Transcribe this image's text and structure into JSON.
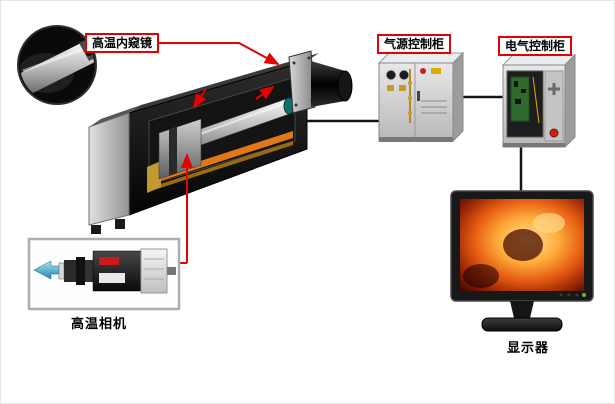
{
  "diagram": {
    "labels": {
      "endoscope": "高温内窥镜",
      "air_cabinet": "气源控制柜",
      "electric_cabinet": "电气控制柜",
      "camera": "高温相机",
      "monitor": "显示器"
    },
    "colors": {
      "label_border_red": "#e60000",
      "connector_red": "#e60000",
      "connector_black": "#161616",
      "rail_orange": "#e07818",
      "screen_glow_orange": "#ff8c1a",
      "arrow_blue": "#2e9fc4"
    },
    "icons": {
      "red_arrow": "red-arrow-icon",
      "blue_arrow": "blue-arrow-icon"
    }
  }
}
